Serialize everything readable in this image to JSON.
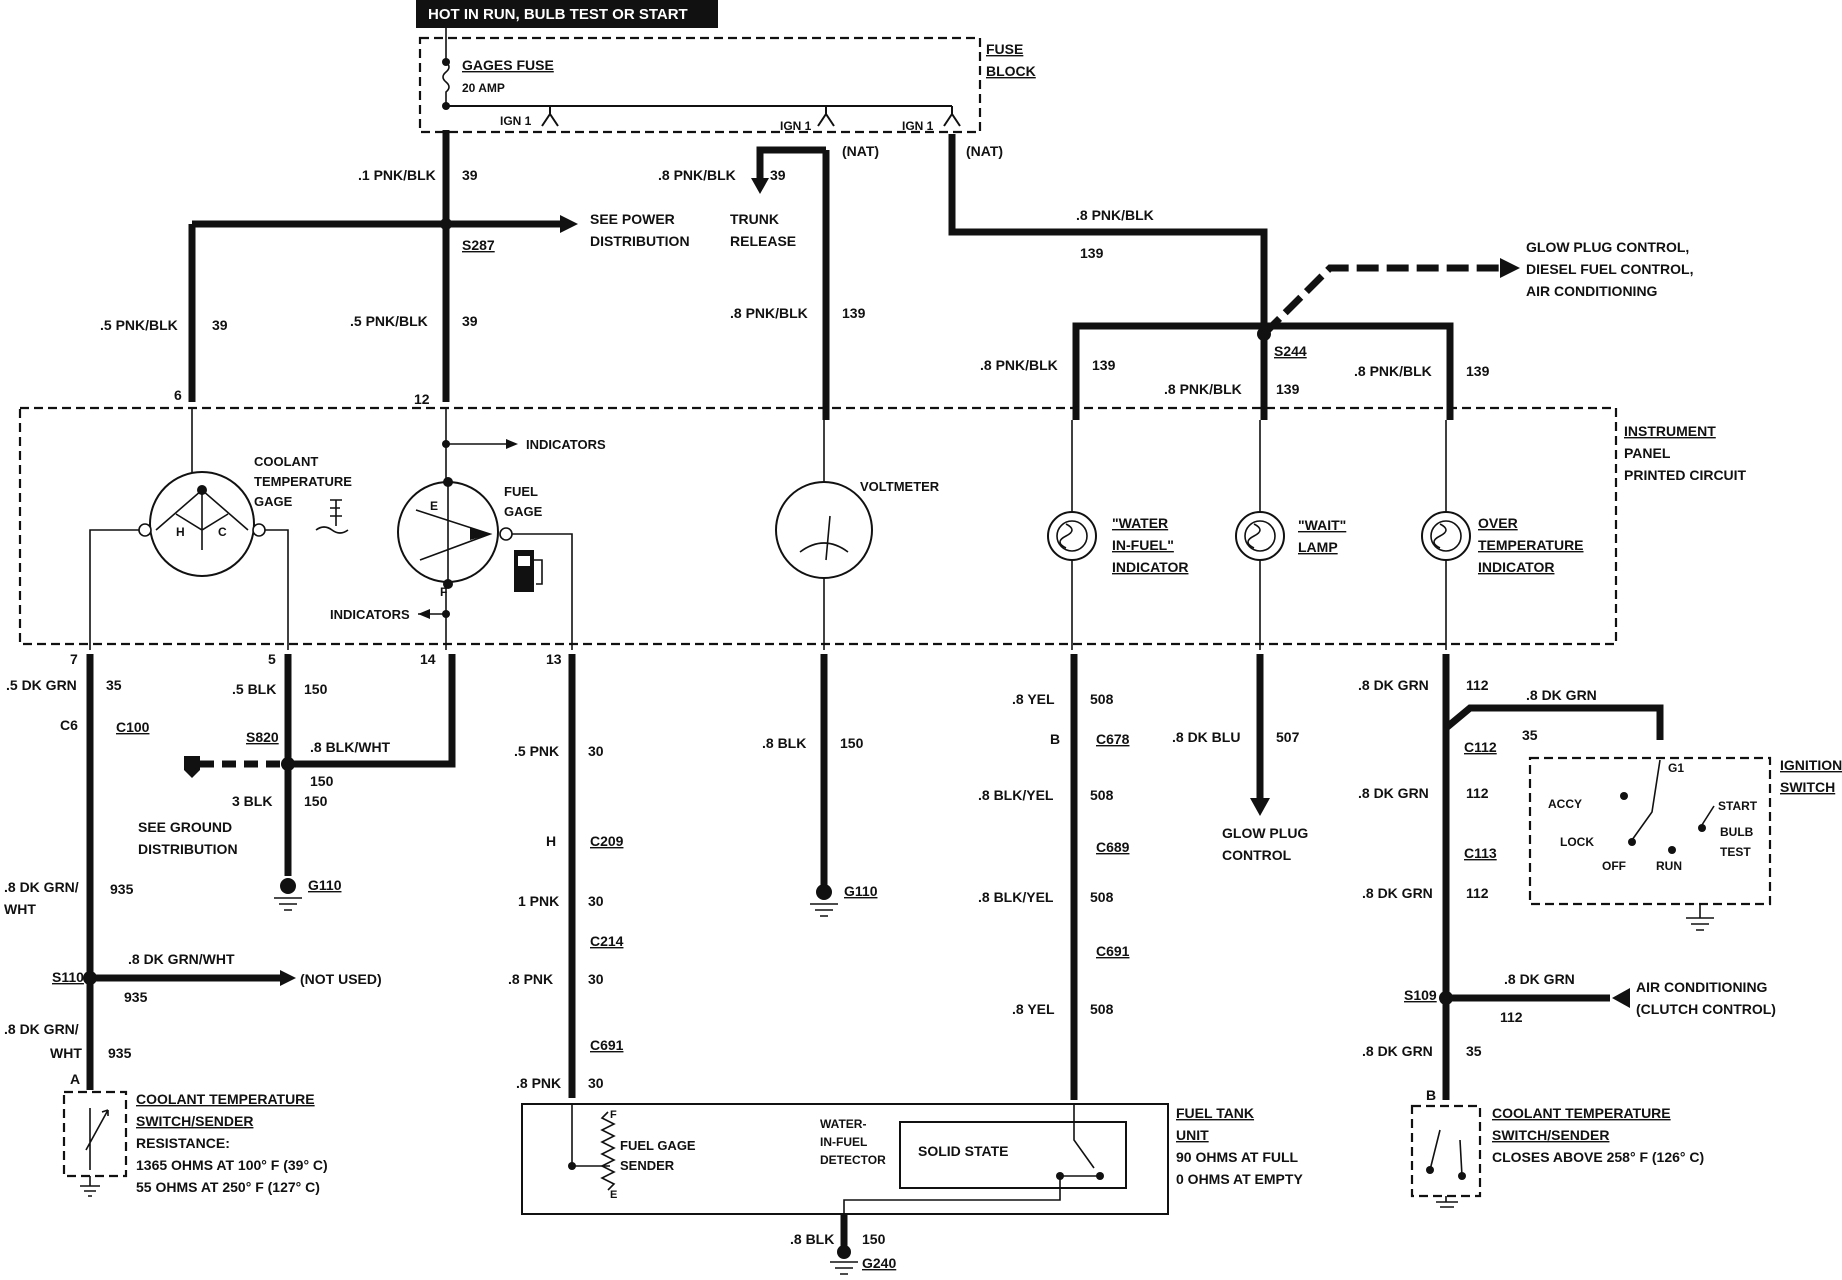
{
  "title": "HOT IN RUN, BULB TEST OR START",
  "fuse": {
    "name": "GAGES FUSE",
    "rating": "20 AMP",
    "block_l1": "FUSE",
    "block_l2": "BLOCK",
    "ign_a": "IGN 1",
    "ign_b": "IGN 1",
    "ign_c": "IGN 1",
    "nat1": "(NAT)",
    "nat2": "(NAT)"
  },
  "panel": {
    "l1": "INSTRUMENT",
    "l2": "PANEL",
    "l3": "PRINTED CIRCUIT"
  },
  "ignition": {
    "l1": "IGNITION",
    "l2": "SWITCH",
    "g1": "G1",
    "accy": "ACCY",
    "lock": "LOCK",
    "off": "OFF",
    "run": "RUN",
    "start": "START",
    "bulb": "BULB",
    "test": "TEST"
  },
  "components": {
    "coolant_gage": [
      "COOLANT",
      "TEMPERATURE",
      "GAGE"
    ],
    "fuel_gage": [
      "FUEL",
      "GAGE"
    ],
    "voltmeter": "VOLTMETER",
    "wif": [
      "\"WATER",
      "IN-FUEL\"",
      "INDICATOR"
    ],
    "wait": [
      "\"WAIT\"",
      "LAMP"
    ],
    "overtemp": [
      "OVER",
      "TEMPERATURE",
      "INDICATOR"
    ],
    "indicators_1": "INDICATORS",
    "indicators_2": "INDICATORS",
    "gage_h": "H",
    "gage_c": "C",
    "gage_e": "E",
    "gage_f": "F"
  },
  "refs": {
    "power": [
      "SEE POWER",
      "DISTRIBUTION"
    ],
    "trunk": [
      "TRUNK",
      "RELEASE"
    ],
    "glow_ctrl": [
      "GLOW PLUG CONTROL,",
      "DIESEL FUEL CONTROL,",
      "AIR CONDITIONING"
    ],
    "ground": [
      "SEE GROUND",
      "DISTRIBUTION"
    ],
    "glow_plug": [
      "GLOW PLUG",
      "CONTROL"
    ],
    "not_used": "(NOT USED)",
    "ac": [
      "AIR CONDITIONING",
      "(CLUTCH CONTROL)"
    ]
  },
  "wires": {
    "w1": ".1 PNK/BLK",
    "w1n": "39",
    "w2": ".8 PNK/BLK",
    "w2n": "39",
    "w3": ".5 PNK/BLK",
    "w3n": "39",
    "w4": ".5 PNK/BLK",
    "w4n": "39",
    "w5": ".8 PNK/BLK",
    "w5n": "139",
    "w6": ".8 PNK/BLK",
    "w6n": "139",
    "w7": ".8 PNK/BLK",
    "w7n": "139",
    "w8": ".8 PNK/BLK",
    "w8n": "139",
    "w9": ".8 PNK/BLK",
    "w9n": "139",
    "w10": ".5 DK GRN",
    "w10n": "35",
    "w11": ".5 BLK",
    "w11n": "150",
    "w12": ".8 BLK/WHT",
    "w12n": "150",
    "w13": "3 BLK",
    "w13n": "150",
    "w14": ".5 PNK",
    "w14n": "30",
    "w15": "1 PNK",
    "w15n": "30",
    "w16": ".8 PNK",
    "w16n": "30",
    "w17": ".8 PNK",
    "w17n": "30",
    "w18": ".8 BLK",
    "w18n": "150",
    "w19": ".8 YEL",
    "w19n": "508",
    "w20": ".8 BLK/YEL",
    "w20n": "508",
    "w21": ".8 BLK/YEL",
    "w21n": "508",
    "w22": ".8 YEL",
    "w22n": "508",
    "w23": ".8 DK BLU",
    "w23n": "507",
    "w24": ".8 DK GRN",
    "w24n": "112",
    "w25": ".8 DK GRN",
    "w25n": "35",
    "w26": ".8 DK GRN",
    "w26n": "112",
    "w27": ".8 DK GRN",
    "w27n": "112",
    "w28": ".8 DK GRN",
    "w28n": "112",
    "w29": ".8 DK GRN",
    "w29n": "35",
    "w30a": ".8 DK GRN/",
    "w30b": "WHT",
    "w30n": "935",
    "w31": ".8 DK GRN/WHT",
    "w31n": "935",
    "w32a": ".8 DK GRN/",
    "w32b": "WHT",
    "w32n": "935",
    "w33": ".8 BLK",
    "w33n": "150"
  },
  "pins": {
    "p6": "6",
    "p12": "12",
    "p7": "7",
    "p5": "5",
    "p14": "14",
    "p13": "13",
    "pA": "A",
    "pB": "B",
    "pB2": "B",
    "pH": "H",
    "pC6": "C6"
  },
  "connectors": {
    "c100": "C100",
    "c678": "C678",
    "c689": "C689",
    "c691a": "C691",
    "c209": "C209",
    "c214": "C214",
    "c691b": "C691",
    "c112": "C112",
    "c113": "C113"
  },
  "splices": {
    "s287": "S287",
    "s244": "S244",
    "s820": "S820",
    "s110": "S110",
    "s109": "S109"
  },
  "grounds": {
    "g110a": "G110",
    "g110b": "G110",
    "g240": "G240"
  },
  "sender1": {
    "l1": "COOLANT TEMPERATURE",
    "l2": "SWITCH/SENDER",
    "l3": "RESISTANCE:",
    "l4": "1365 OHMS AT 100° F (39° C)",
    "l5": "55 OHMS AT 250° F (127° C)"
  },
  "sender2": {
    "l1": "COOLANT TEMPERATURE",
    "l2": "SWITCH/SENDER",
    "l3": "CLOSES ABOVE 258° F (126° C)"
  },
  "tank": {
    "l1": "FUEL TANK",
    "l2": "UNIT",
    "l3": "90 OHMS AT FULL",
    "l4": "0 OHMS AT EMPTY",
    "sender1": "FUEL GAGE",
    "sender2": "SENDER",
    "wif1": "WATER-",
    "wif2": "IN-FUEL",
    "wif3": "DETECTOR",
    "ss": "SOLID STATE",
    "f": "F",
    "e": "E"
  }
}
